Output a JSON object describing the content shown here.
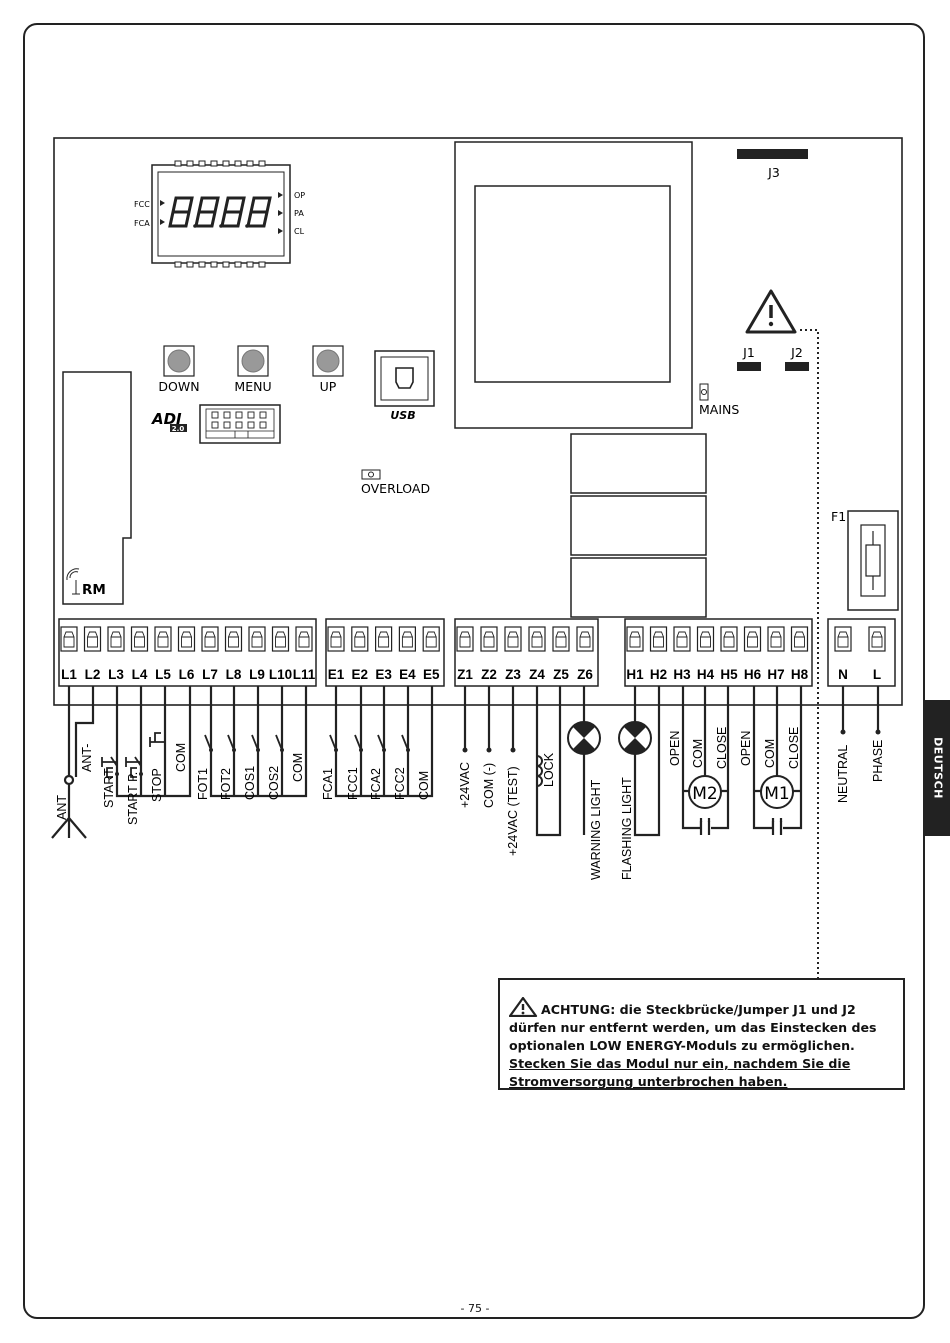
{
  "side_tab": "DEUTSCH",
  "page_number": "- 75 -",
  "display": {
    "left_labels": [
      "FCC",
      "FCA"
    ],
    "right_labels": [
      "OP",
      "PA",
      "CL"
    ]
  },
  "buttons": {
    "down": "DOWN",
    "menu": "MENU",
    "up": "UP"
  },
  "usb_label": "USB",
  "adi_label": "ADI",
  "adi_version": "2.0",
  "overload_label": "OVERLOAD",
  "mains_label": "MAINS",
  "rm_label": "RM",
  "jumpers": {
    "j1": "J1",
    "j2": "J2",
    "j3": "J3"
  },
  "fuse_label": "F1",
  "terminal_groups": [
    [
      "L1",
      "L2",
      "L3",
      "L4",
      "L5",
      "L6",
      "L7",
      "L8",
      "L9",
      "L10",
      "L11"
    ],
    [
      "E1",
      "E2",
      "E3",
      "E4",
      "E5"
    ],
    [
      "Z1",
      "Z2",
      "Z3",
      "Z4",
      "Z5",
      "Z6"
    ],
    [
      "H1",
      "H2",
      "H3",
      "H4",
      "H5",
      "H6",
      "H7",
      "H8"
    ],
    [
      "N",
      "L"
    ]
  ],
  "wire_labels": {
    "ant": "ANT",
    "ant_minus": "ANT-",
    "start": "START",
    "start_p": "START P.",
    "stop": "STOP",
    "com1": "COM",
    "fot1": "FOT1",
    "fot2": "FOT2",
    "cos1": "COS1",
    "cos2": "COS2",
    "com2": "COM",
    "fca1": "FCA1",
    "fcc1": "FCC1",
    "fca2": "FCA2",
    "fcc2": "FCC2",
    "com3": "COM",
    "plus24vac": "+24VAC",
    "com_minus": "COM (-)",
    "plus24vac_test": "+24VAC (TEST)",
    "lock": "LOCK",
    "warning_light": "WARNING LIGHT",
    "flashing_light": "FLASHING LIGHT",
    "m2_open": "OPEN",
    "m2_com": "COM",
    "m2_close": "CLOSE",
    "m1_open": "OPEN",
    "m1_com": "COM",
    "m1_close": "CLOSE",
    "neutral": "NEUTRAL",
    "phase": "PHASE",
    "motor2": "M2",
    "motor1": "M1"
  },
  "note": {
    "title": "ACHTUNG:",
    "line1": " die Steckbrücke/Jumper J1 und J2",
    "line2": "dürfen nur entfernt werden, um das Einstecken des",
    "line3": "optionalen LOW ENERGY-Moduls zu ermöglichen.",
    "line4": "Stecken Sie das Modul nur ein, nachdem Sie die",
    "line5": "Stromversorgung unterbrochen haben."
  }
}
